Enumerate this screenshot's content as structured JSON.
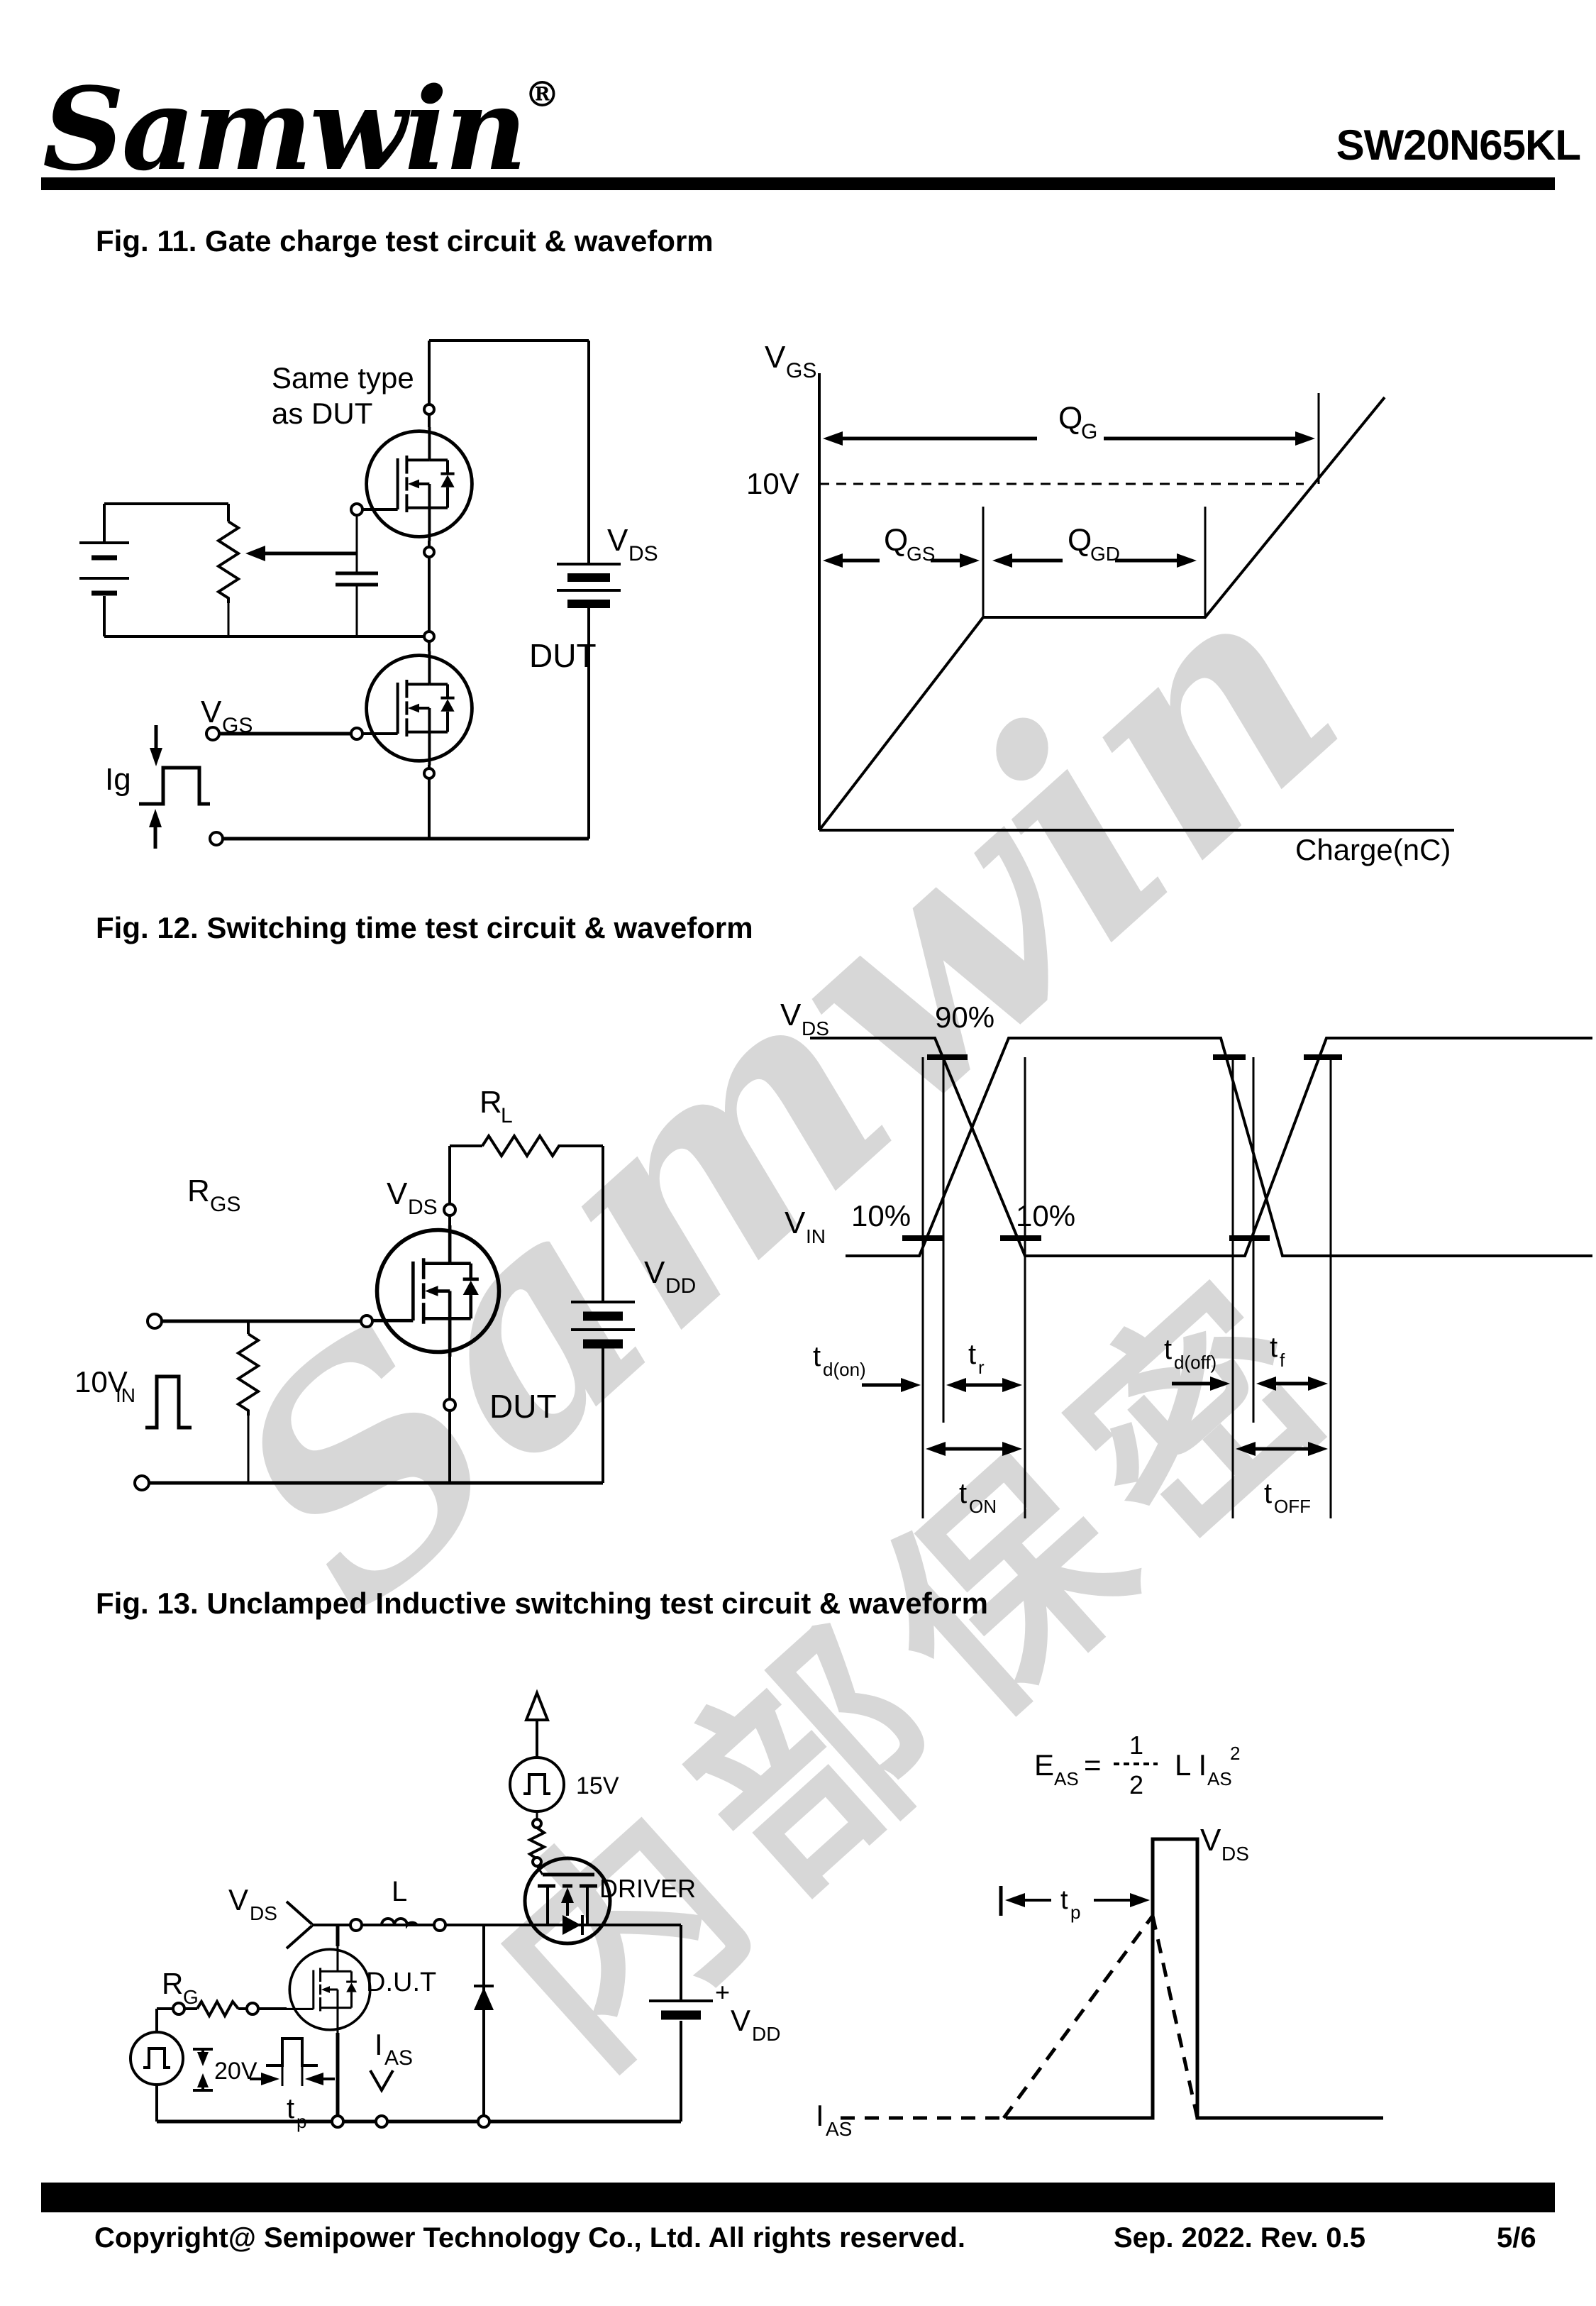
{
  "header": {
    "logo": "Samwin",
    "registered": "®",
    "part": "SW20N65KL"
  },
  "watermark": {
    "latin": "Samwin",
    "cjk": "内部保密"
  },
  "fig11": {
    "title": "Fig. 11. Gate charge test circuit & waveform",
    "circuit": {
      "same_type": "Same type",
      "as_dut": "as DUT",
      "vds_m": "V",
      "vds_s": "DS",
      "dut": "DUT",
      "vgs_m": "V",
      "vgs_s": "GS",
      "ig": "Ig"
    },
    "waveform": {
      "vgs_m": "V",
      "vgs_s": "GS",
      "qg_m": "Q",
      "qg_s": "G",
      "v10": "10V",
      "qgs_m": "Q",
      "qgs_s": "GS",
      "qgd_m": "Q",
      "qgd_s": "GD",
      "xlabel": "Charge(nC)"
    }
  },
  "fig12": {
    "title": "Fig. 12. Switching time test circuit & waveform",
    "circuit": {
      "rl_m": "R",
      "rl_s": "L",
      "rgs_m": "R",
      "rgs_s": "GS",
      "vds_m": "V",
      "vds_s": "DS",
      "vdd_m": "V",
      "vdd_s": "DD",
      "dut": "DUT",
      "vin_m": "10V",
      "vin_s": "IN"
    },
    "waveform": {
      "vds_m": "V",
      "vds_s": "DS",
      "p90": "90%",
      "p10_left": "10%",
      "p10_right": "10%",
      "vin_m": "V",
      "vin_s": "IN",
      "tdon_m": "t",
      "tdon_s": "d(on)",
      "tr_m": "t",
      "tr_s": "r",
      "tdoff_m": "t",
      "tdoff_s": "d(off)",
      "tf_m": "t",
      "tf_s": "f",
      "ton_m": "t",
      "ton_s": "ON",
      "toff_m": "t",
      "toff_s": "OFF"
    }
  },
  "fig13": {
    "title": "Fig. 13. Unclamped Inductive switching test circuit & waveform",
    "circuit": {
      "v15": "15V",
      "driver": "DRIVER",
      "l": "L",
      "vds_m": "V",
      "vds_s": "DS",
      "rg_m": "R",
      "rg_s": "G",
      "dut": "D.U.T",
      "v20": "20V",
      "tp_m": "t",
      "tp_s": "p",
      "ias_m": "I",
      "ias_s": "AS",
      "plus": "+",
      "vdd_m": "V",
      "vdd_s": "DD"
    },
    "waveform": {
      "eas_m": "E",
      "eas_s": "AS",
      "eq": "=",
      "num": "1",
      "den": "2",
      "li_m": "L I",
      "li_s": "AS",
      "li_sup": "2",
      "vds_m": "V",
      "vds_s": "DS",
      "tp_m": "t",
      "tp_s": "p",
      "ias_m": "I",
      "ias_s": "AS"
    }
  },
  "footer": {
    "copyright": "Copyright@ Semipower Technology Co., Ltd. All rights reserved.",
    "revision": "Sep. 2022. Rev. 0.5",
    "page": "5/6"
  }
}
